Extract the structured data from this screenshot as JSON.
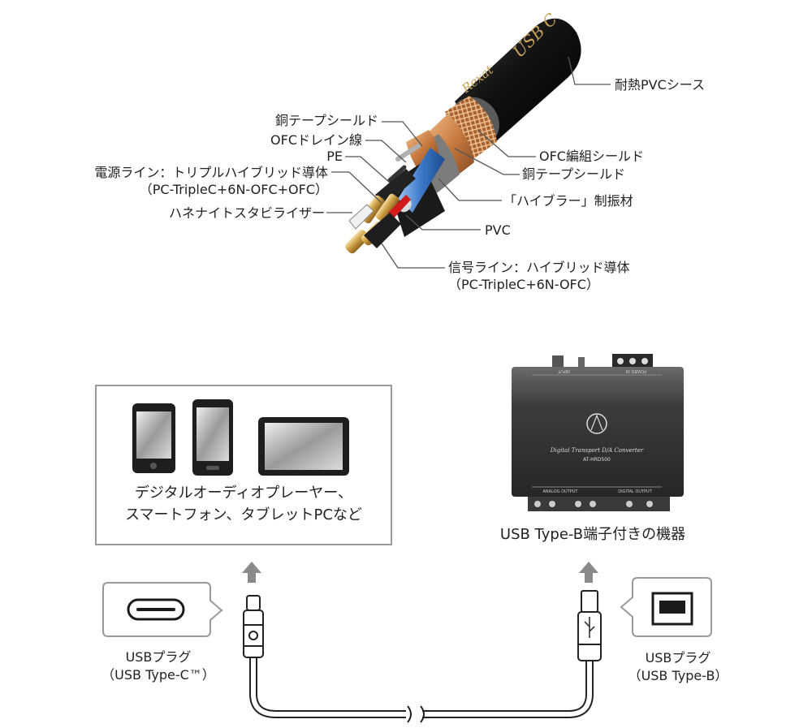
{
  "cable": {
    "jacket_print": "USB C",
    "brand_print": "Rexat",
    "labels_right": {
      "jacket": "耐熱PVCシース",
      "braid": "OFC編組シールド",
      "copper_tape_outer": "銅テープシールド",
      "damper": "「ハイブラー」制振材",
      "pvc": "PVC",
      "signal_line_1": "信号ライン：ハイブリッド導体",
      "signal_line_2": "（PC-TripleC+6N-OFC）"
    },
    "labels_left": {
      "copper_tape_inner": "銅テープシールド",
      "drain": "OFCドレイン線",
      "pe": "PE",
      "power_line_1": "電源ライン：トリプルハイブリッド導体",
      "power_line_2": "（PC-TripleC+6N-OFC+OFC）",
      "stabilizer": "ハネナイトスタビライザー"
    }
  },
  "devices": {
    "caption_1": "デジタルオーディオプレーヤー、",
    "caption_2": "スマートフォン、タブレットPCなど"
  },
  "converter": {
    "caption": "USB Type-B端子付きの機器",
    "panel_title": "Digital Transport D/A Converter",
    "model": "AT-HRD500",
    "top_labels": [
      "INPUT",
      "POWER IN"
    ],
    "bottom_labels": [
      "ANALOG OUTPUT",
      "DIGITAL OUTPUT"
    ]
  },
  "plugs": {
    "left_1": "USBプラグ",
    "left_2": "（USB Type-C™）",
    "right_1": "USBプラグ",
    "right_2": "（USB Type-B）"
  }
}
